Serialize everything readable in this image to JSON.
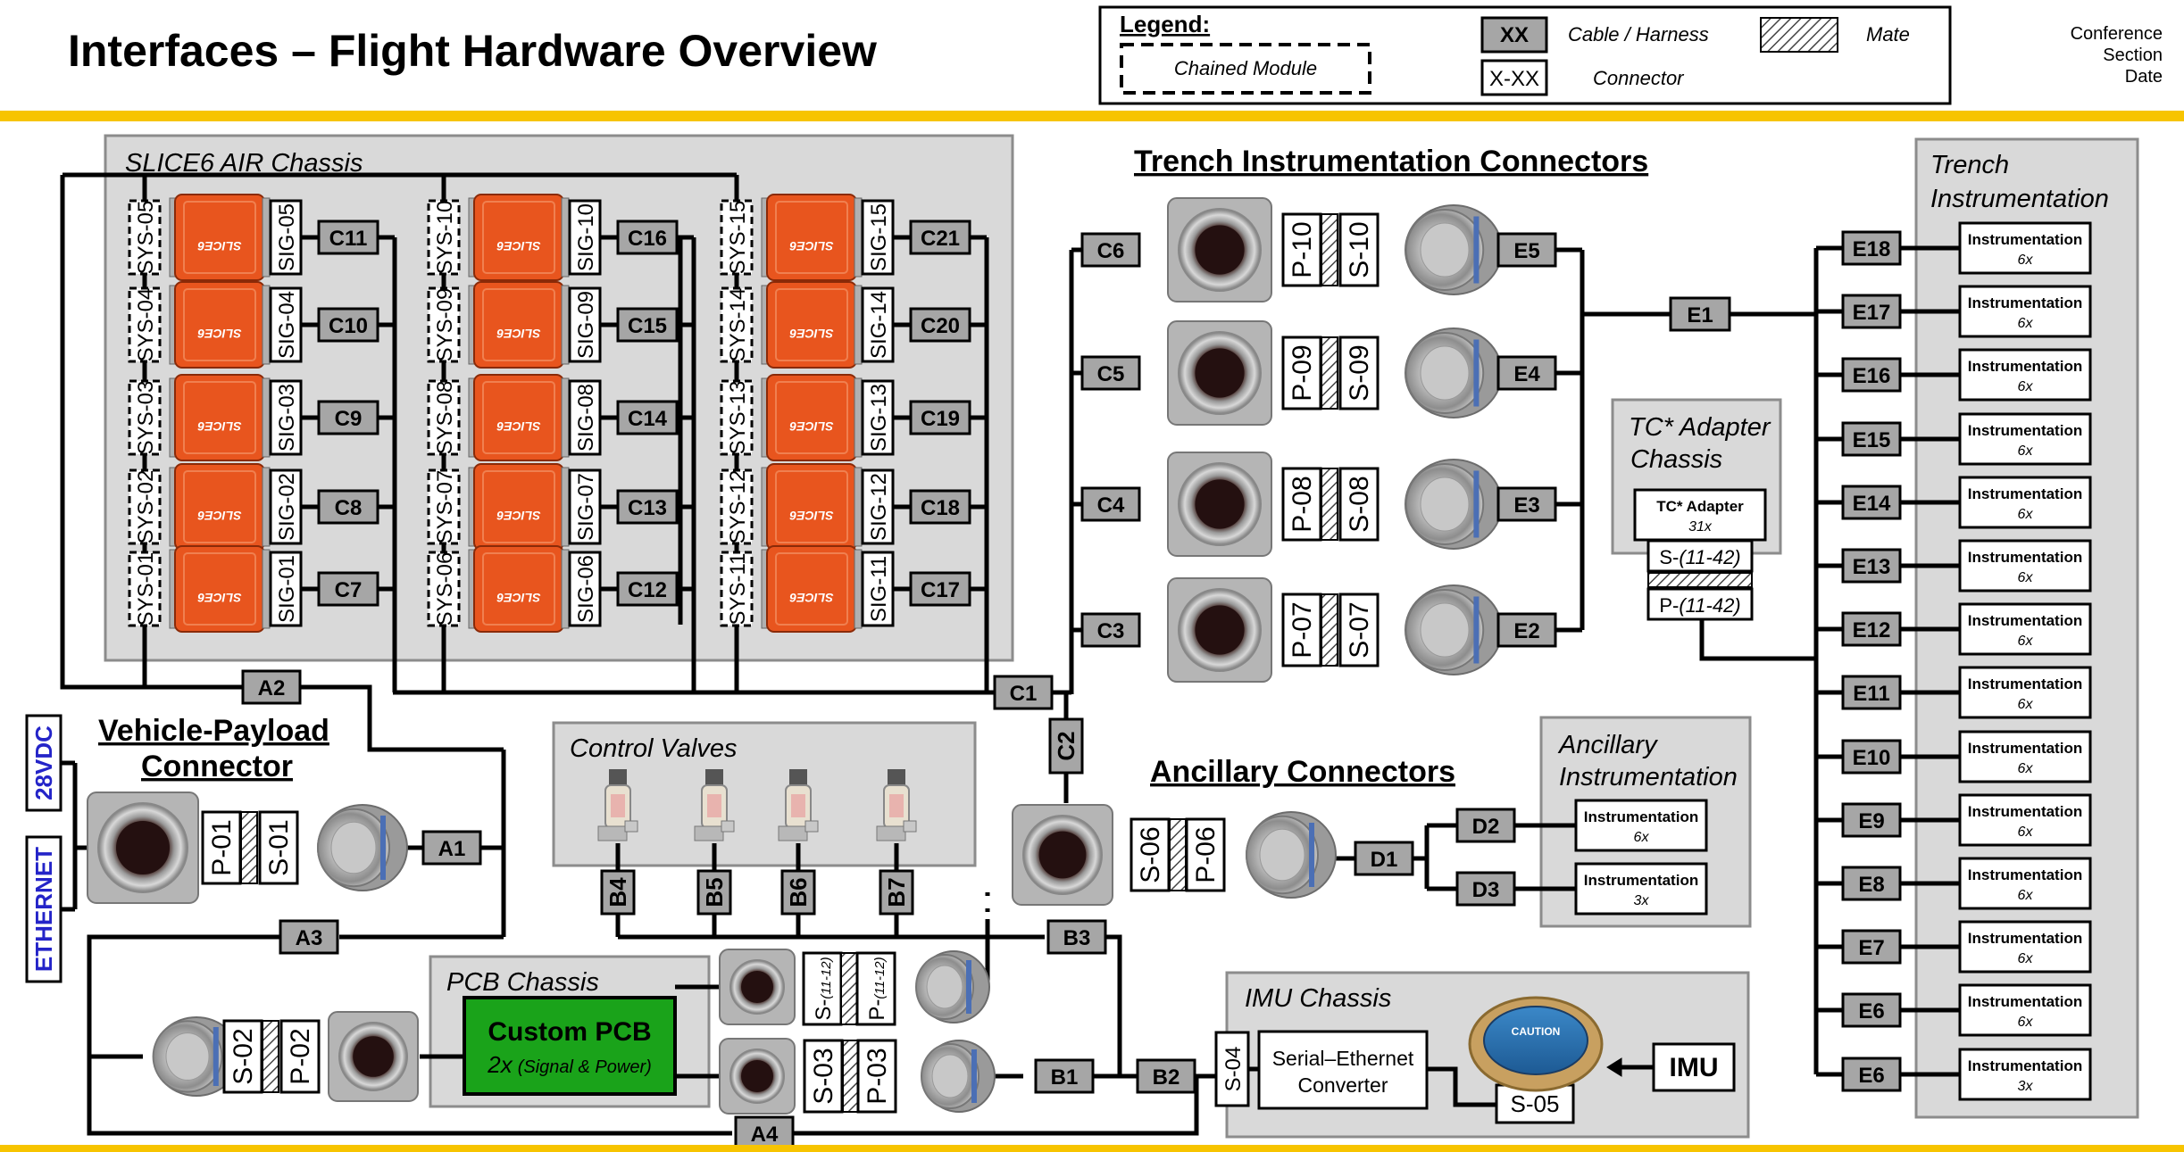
{
  "header": {
    "title": "Interfaces – Flight Hardware Overview",
    "conference": "Conference",
    "section": "Section",
    "date": "Date"
  },
  "legend": {
    "title": "Legend:",
    "chained_module": "Chained Module",
    "cable_box": "XX",
    "cable_label": "Cable / Harness",
    "connector_box": "X-XX",
    "connector_label": "Connector",
    "mate_label": "Mate"
  },
  "colors": {
    "accent_yellow": "#f7c400",
    "panel_gray": "#d9d9d9",
    "cable_gray": "#a6a6a6",
    "module_orange": "#e8551e",
    "pcb_green": "#1aa31a",
    "power_blue": "#2424c8"
  },
  "slice": {
    "title": "SLICE6 AIR Chassis",
    "columns": [
      {
        "sys": [
          "SYS-05",
          "SYS-04",
          "SYS-03",
          "SYS-02",
          "SYS-01"
        ],
        "sig": [
          "SIG-05",
          "SIG-04",
          "SIG-03",
          "SIG-02",
          "SIG-01"
        ],
        "cables": [
          "C11",
          "C10",
          "C9",
          "C8",
          "C7"
        ]
      },
      {
        "sys": [
          "SYS-10",
          "SYS-09",
          "SYS-08",
          "SYS-07",
          "SYS-06"
        ],
        "sig": [
          "SIG-10",
          "SIG-09",
          "SIG-08",
          "SIG-07",
          "SIG-06"
        ],
        "cables": [
          "C16",
          "C15",
          "C14",
          "C13",
          "C12"
        ]
      },
      {
        "sys": [
          "SYS-15",
          "SYS-14",
          "SYS-13",
          "SYS-12",
          "SYS-11"
        ],
        "sig": [
          "SIG-15",
          "SIG-14",
          "SIG-13",
          "SIG-12",
          "SIG-11"
        ],
        "cables": [
          "C21",
          "C20",
          "C19",
          "C18",
          "C17"
        ]
      }
    ],
    "module_text": "SLICE6"
  },
  "trench_connectors": {
    "title": "Trench Instrumentation Connectors",
    "rows": [
      {
        "cable_in": "C6",
        "p": "P-10",
        "s": "S-10",
        "cable_out": "E5"
      },
      {
        "cable_in": "C5",
        "p": "P-09",
        "s": "S-09",
        "cable_out": "E4"
      },
      {
        "cable_in": "C4",
        "p": "P-08",
        "s": "S-08",
        "cable_out": "E3"
      },
      {
        "cable_in": "C3",
        "p": "P-07",
        "s": "S-07",
        "cable_out": "E2"
      }
    ],
    "trunk_c1": "C1",
    "trunk_c2": "C2",
    "e1": "E1"
  },
  "tc_adapter": {
    "title_line1": "TC* Adapter",
    "title_line2": "Chassis",
    "box_title": "TC* Adapter",
    "box_count": "31x",
    "s_label_prefix": "S-",
    "s_label_range": "(11-42)",
    "p_label_prefix": "P-",
    "p_label_range": "(11-42)"
  },
  "trench_instr": {
    "title_line1": "Trench",
    "title_line2": "Instrumentation",
    "rows": [
      {
        "cable": "E18",
        "label": "Instrumentation",
        "count": "6x"
      },
      {
        "cable": "E17",
        "label": "Instrumentation",
        "count": "6x"
      },
      {
        "cable": "E16",
        "label": "Instrumentation",
        "count": "6x"
      },
      {
        "cable": "E15",
        "label": "Instrumentation",
        "count": "6x"
      },
      {
        "cable": "E14",
        "label": "Instrumentation",
        "count": "6x"
      },
      {
        "cable": "E13",
        "label": "Instrumentation",
        "count": "6x"
      },
      {
        "cable": "E12",
        "label": "Instrumentation",
        "count": "6x"
      },
      {
        "cable": "E11",
        "label": "Instrumentation",
        "count": "6x"
      },
      {
        "cable": "E10",
        "label": "Instrumentation",
        "count": "6x"
      },
      {
        "cable": "E9",
        "label": "Instrumentation",
        "count": "6x"
      },
      {
        "cable": "E8",
        "label": "Instrumentation",
        "count": "6x"
      },
      {
        "cable": "E7",
        "label": "Instrumentation",
        "count": "6x"
      },
      {
        "cable": "E6",
        "label": "Instrumentation",
        "count": "6x"
      },
      {
        "cable": "E6",
        "label": "Instrumentation",
        "count": "3x"
      }
    ]
  },
  "vehicle": {
    "title_line1": "Vehicle-Payload",
    "title_line2": "Connector",
    "power": "28VDC",
    "ethernet": "ETHERNET",
    "p": "P-01",
    "s": "S-01",
    "a1": "A1",
    "a2": "A2",
    "a3": "A3",
    "a4": "A4"
  },
  "valves": {
    "title": "Control Valves",
    "cables": [
      "B4",
      "B5",
      "B6",
      "B7"
    ],
    "b1": "B1",
    "b2": "B2",
    "b3": "B3"
  },
  "ancillary": {
    "title": "Ancillary Connectors",
    "s": "S-06",
    "p": "P-06",
    "d1": "D1",
    "d2": "D2",
    "d3": "D3",
    "instr_title_line1": "Ancillary",
    "instr_title_line2": "Instrumentation",
    "instr": [
      {
        "label": "Instrumentation",
        "count": "6x"
      },
      {
        "label": "Instrumentation",
        "count": "3x"
      }
    ]
  },
  "pcb": {
    "title": "PCB Chassis",
    "box_title": "Custom PCB",
    "box_sub_count": "2x",
    "box_sub_text": "(Signal & Power)",
    "s_top": "S-",
    "s_top_range": "(11-12)",
    "p_top": "P-",
    "p_top_range": "(11-12)",
    "s_bottom": "S-03",
    "p_bottom": "P-03",
    "left_s": "S-02",
    "left_p": "P-02"
  },
  "imu": {
    "title": "IMU Chassis",
    "s04": "S-04",
    "converter_line1": "Serial–Ethernet",
    "converter_line2": "Converter",
    "s05": "S-05",
    "imu_label": "IMU",
    "device_text": "CAUTION"
  }
}
